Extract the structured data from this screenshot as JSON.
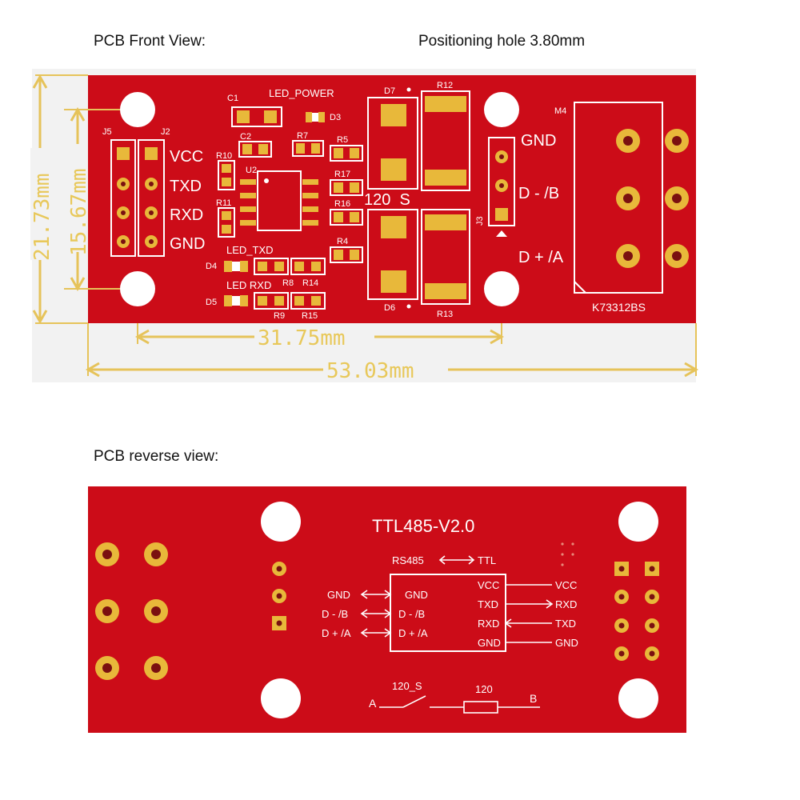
{
  "captions": {
    "front": "PCB Front View:",
    "hole": "Positioning hole 3.80mm",
    "reverse": "PCB reverse view:"
  },
  "colors": {
    "board": "#cc0c18",
    "board_edge": "#a8080f",
    "pad": "#e8b83a",
    "silk": "#ffffff",
    "dimension": "#e6c35a"
  },
  "front": {
    "headers": {
      "left": "J5",
      "right": "J2"
    },
    "pins": [
      "VCC",
      "TXD",
      "RXD",
      "GND"
    ],
    "components": {
      "c1": "C1",
      "c2": "C2",
      "led_power": "LED_POWER",
      "d3": "D3",
      "r10": "R10",
      "r11": "R11",
      "u2": "U2",
      "r7": "R7",
      "r5": "R5",
      "r17": "R17",
      "r16": "R16",
      "r4": "R4",
      "led_txd": "LED_TXD",
      "d4": "D4",
      "led_rxd": "LED RXD",
      "r8": "R8",
      "r14": "R14",
      "d5": "D5",
      "r9": "R9",
      "r15": "R15",
      "d7": "D7",
      "d6": "D6",
      "r12": "R12",
      "r13": "R13",
      "switch_label": "120  S",
      "j3": "J3",
      "m4": "M4",
      "terminal_model": "K73312BS"
    },
    "rs485_labels": [
      "GND",
      "D - /B",
      "D + /A"
    ],
    "dimensions": {
      "height_outer": "21.73mm",
      "height_inner": "15.67mm",
      "width_inner": "31.75mm",
      "width_outer": "53.03mm"
    }
  },
  "back": {
    "title": "TTL485-V2.0",
    "subtitle_left": "RS485",
    "subtitle_right": "TTL",
    "box_left_labels": [
      "GND",
      "D - /B",
      "D + /A"
    ],
    "box_right_labels": [
      "VCC",
      "TXD",
      "RXD",
      "GND"
    ],
    "outer_left_labels": [
      "GND",
      "D - /B",
      "D + /A"
    ],
    "outer_right_labels": [
      "VCC",
      "RXD",
      "TXD",
      "GND"
    ],
    "switch_label": "120_S",
    "resistor_label": "120",
    "end_a": "A",
    "end_b": "B"
  }
}
